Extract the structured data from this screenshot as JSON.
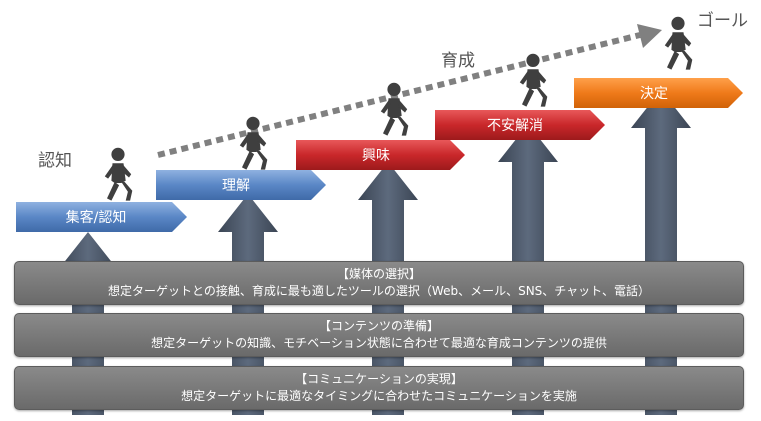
{
  "labels": {
    "goal": "ゴール",
    "growth": "育成",
    "awareness": "認知"
  },
  "steps": [
    {
      "label": "集客/認知",
      "color": "blue"
    },
    {
      "label": "理解",
      "color": "blue"
    },
    {
      "label": "興味",
      "color": "red"
    },
    {
      "label": "不安解消",
      "color": "red"
    },
    {
      "label": "決定",
      "color": "orange"
    }
  ],
  "bands": [
    {
      "title": "【媒体の選択】",
      "text": "想定ターゲットとの接触、育成に最も適したツールの選択（Web、メール、SNS、チャット、電話）"
    },
    {
      "title": "【コンテンツの準備】",
      "text": "想定ターゲットの知識、モチベーション状態に合わせて最適な育成コンテンツの提供"
    },
    {
      "title": "【コミュニケーションの実現】",
      "text": "想定ターゲットに最適なタイミングに合わせたコミュニケーションを実施"
    }
  ],
  "colors": {
    "blue": "#5a87c6",
    "red": "#c9272a",
    "orange": "#ef7a1a",
    "arrow": "#4e5a6b",
    "figure": "#3f3f3f",
    "dots": "#808080"
  }
}
